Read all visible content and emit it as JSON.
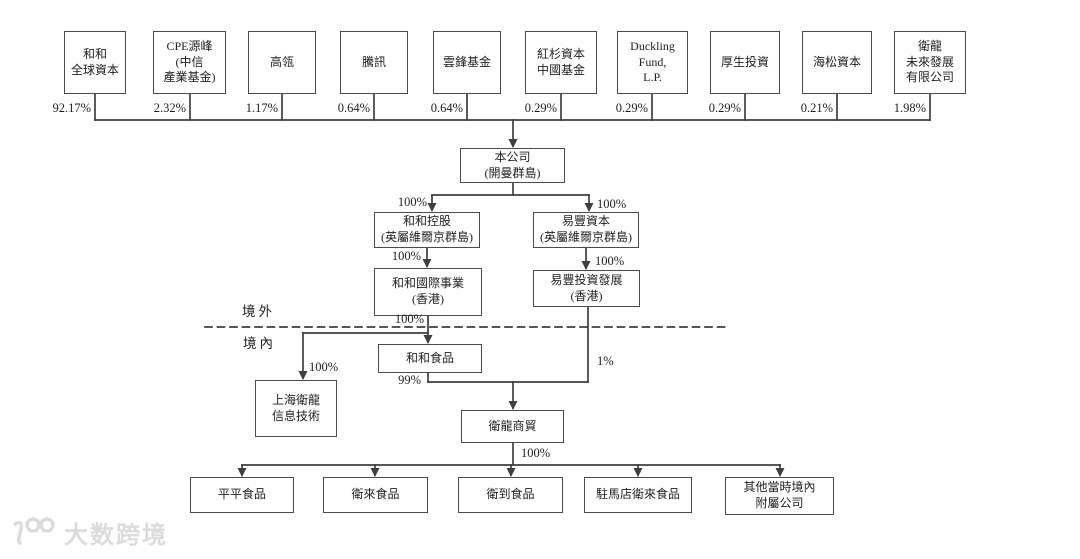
{
  "labels": {
    "offshore": "境外",
    "onshore": "境內"
  },
  "shareholders": [
    {
      "name": "和和\n全球資本",
      "pct": "92.17%"
    },
    {
      "name": "CPE源峰\n(中信\n產業基金)",
      "pct": "2.32%"
    },
    {
      "name": "高瓴",
      "pct": "1.17%"
    },
    {
      "name": "騰訊",
      "pct": "0.64%"
    },
    {
      "name": "雲鋒基金",
      "pct": "0.64%"
    },
    {
      "name": "紅杉資本\n中國基金",
      "pct": "0.29%"
    },
    {
      "name": "Duckling\nFund,\nL.P.",
      "pct": "0.29%"
    },
    {
      "name": "厚生投資",
      "pct": "0.29%"
    },
    {
      "name": "海松資本",
      "pct": "0.21%"
    },
    {
      "name": "衛龍\n未來發展\n有限公司",
      "pct": "1.98%"
    }
  ],
  "entities": {
    "company": {
      "label": "本公司\n(開曼群島)"
    },
    "hehe_holdings": {
      "label": "和和控股\n(英屬維爾京群島)",
      "pct": "100%"
    },
    "yifeng_capital": {
      "label": "易豐資本\n(英屬維爾京群島)",
      "pct": "100%"
    },
    "hehe_international": {
      "label": "和和國際事業\n(香港)",
      "pct": "100%"
    },
    "yifeng_investment": {
      "label": "易豐投資發展\n(香港)",
      "pct": "100%"
    },
    "hehe_food": {
      "label": "和和食品",
      "pct": "100%"
    },
    "shanghai_weilong_it": {
      "label": "上海衛龍\n信息技術",
      "pct": "100%"
    },
    "weilong_trading": {
      "label": "衛龍商貿",
      "pct_from_hehe_food": "99%",
      "pct_from_yifeng_investment": "1%",
      "pct_to_subsidiaries": "100%"
    }
  },
  "subsidiaries": [
    {
      "name": "平平食品"
    },
    {
      "name": "衛來食品"
    },
    {
      "name": "衛到食品"
    },
    {
      "name": "駐馬店衛來食品"
    },
    {
      "name": "其他當時境內\n附屬公司"
    }
  ],
  "watermark": {
    "text": "大数跨境"
  }
}
